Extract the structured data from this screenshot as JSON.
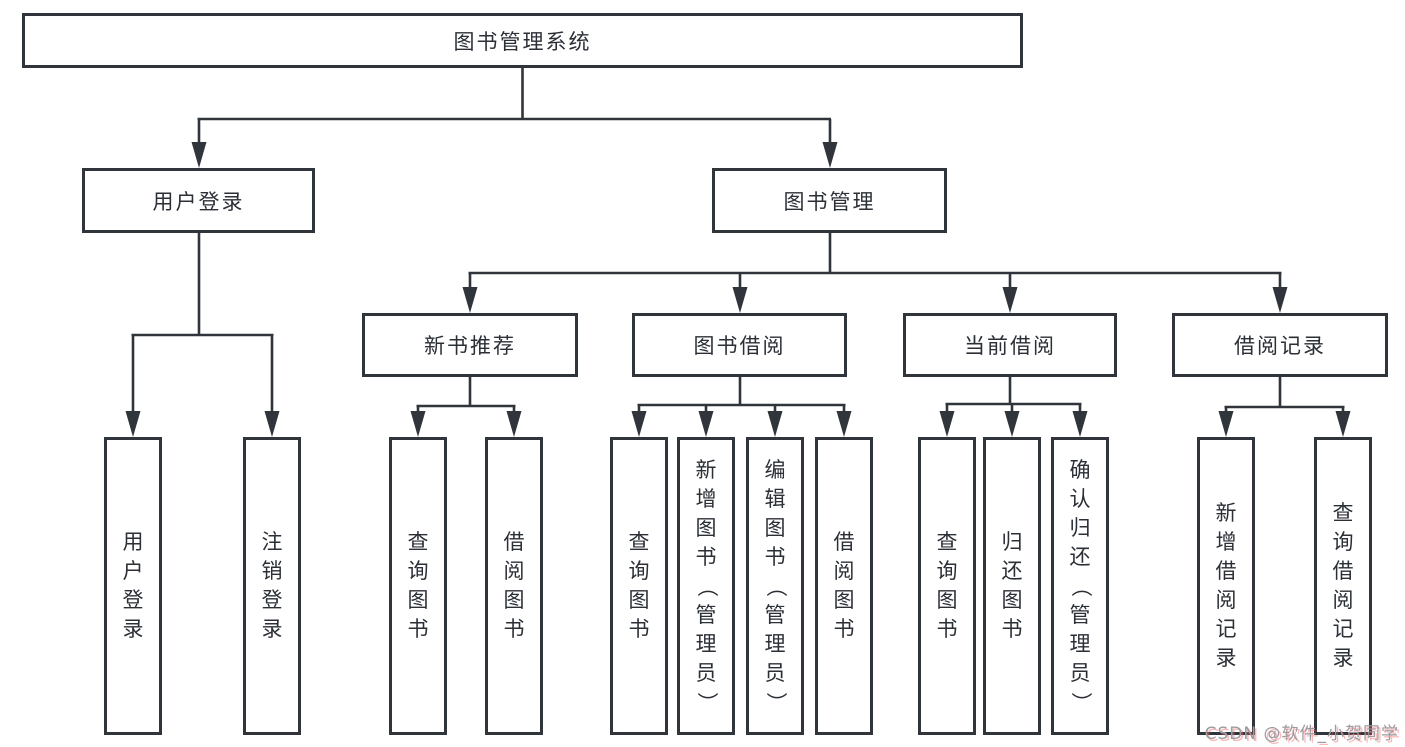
{
  "diagram": {
    "root": {
      "label": "图书管理系统",
      "children": [
        {
          "label": "用户登录",
          "children": [
            {
              "label": "用户登录"
            },
            {
              "label": "注销登录"
            }
          ]
        },
        {
          "label": "图书管理",
          "children": [
            {
              "label": "新书推荐",
              "children": [
                {
                  "label": "查询图书"
                },
                {
                  "label": "借阅图书"
                }
              ]
            },
            {
              "label": "图书借阅",
              "children": [
                {
                  "label": "查询图书"
                },
                {
                  "label": "新增图书（管理员）"
                },
                {
                  "label": "编辑图书（管理员）"
                },
                {
                  "label": "借阅图书"
                }
              ]
            },
            {
              "label": "当前借阅",
              "children": [
                {
                  "label": "查询图书"
                },
                {
                  "label": "归还图书"
                },
                {
                  "label": "确认归还（管理员）"
                }
              ]
            },
            {
              "label": "借阅记录",
              "children": [
                {
                  "label": "新增借阅记录"
                },
                {
                  "label": "查询借阅记录"
                }
              ]
            }
          ]
        }
      ]
    },
    "colors": {
      "line": "#30343b",
      "box_border": "#30343b",
      "text": "#2b2f36",
      "background": "#ffffff",
      "watermark_text": "#9b9ba1",
      "watermark_shadow": "#f86060"
    }
  },
  "watermark": {
    "text": "CSDN @软件_小贺同学"
  }
}
